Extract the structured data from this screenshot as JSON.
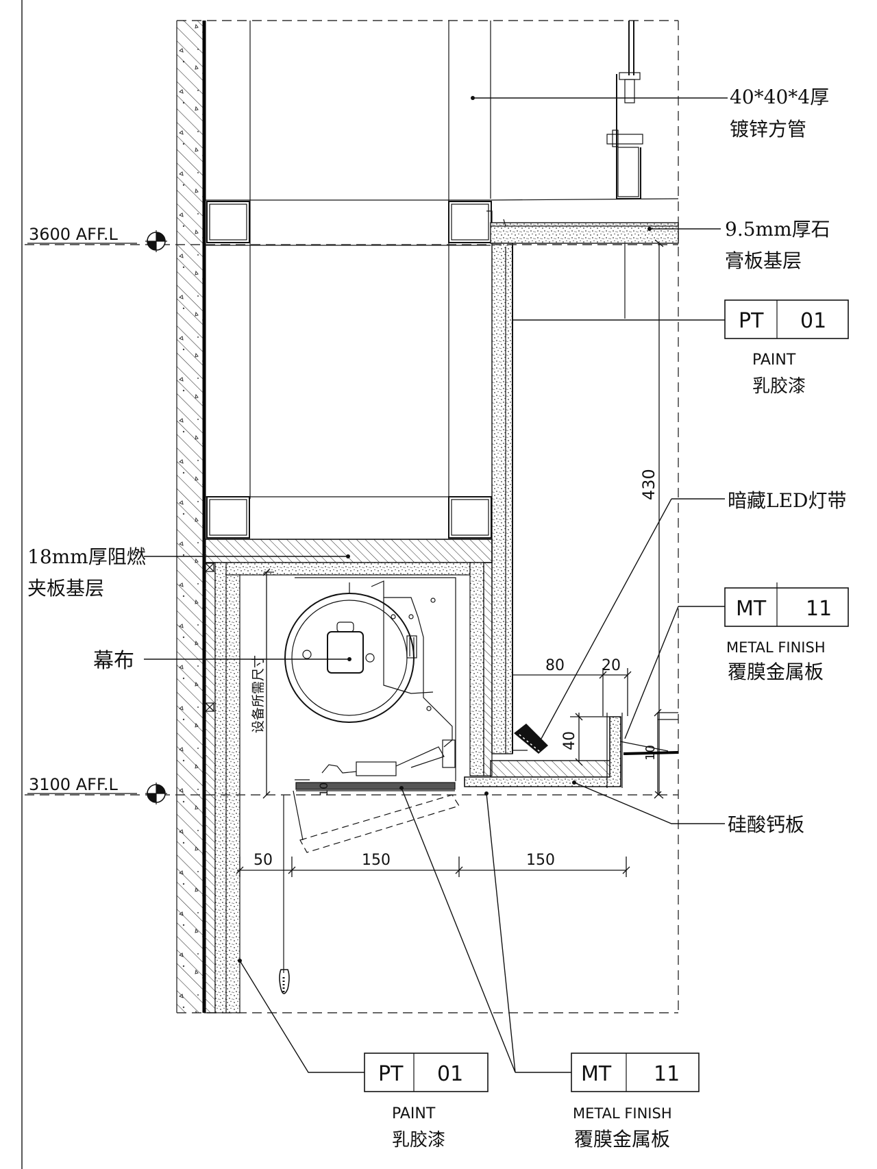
{
  "levels": {
    "upper": "3600 AFF.L",
    "lower": "3100 AFF.L"
  },
  "annotations": {
    "steel_tube_line1": "40*40*4厚",
    "steel_tube_line2": "镀锌方管",
    "gypsum_line1": "9.5mm厚石",
    "gypsum_line2": "膏板基层",
    "plywood_line1": "18mm厚阻燃",
    "plywood_line2": "夹板基层",
    "curtain": "幕布",
    "led": "暗藏LED灯带",
    "calcium_silicate": "硅酸钙板",
    "equipment_size": "设备所需尺寸"
  },
  "tags": {
    "pt_top": {
      "code": "PT",
      "num": "01",
      "en": "PAINT",
      "cn": "乳胶漆"
    },
    "mt_right": {
      "code": "MT",
      "num": "11",
      "en": "METAL FINISH",
      "cn": "覆膜金属板"
    },
    "pt_bottom": {
      "code": "PT",
      "num": "01",
      "en": "PAINT",
      "cn": "乳胶漆"
    },
    "mt_bottom": {
      "code": "MT",
      "num": "11",
      "en": "METAL FINISH",
      "cn": "覆膜金属板"
    }
  },
  "dimensions": {
    "d430": "430",
    "d80": "80",
    "d20": "20",
    "d40": "40",
    "d10": "10",
    "d50": "50",
    "d150a": "150",
    "d150b": "150"
  },
  "colors": {
    "line": "#111111",
    "background": "#ffffff"
  }
}
